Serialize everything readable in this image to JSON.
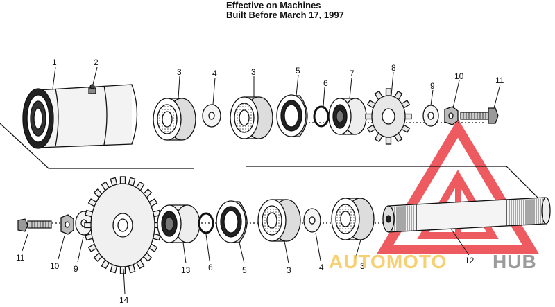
{
  "header": {
    "line1": "Effective on Machines",
    "line2": "Built Before March 17, 1997"
  },
  "watermark": {
    "part1": "AUTOMOTO",
    "part2": "HUB",
    "colors": {
      "logo": "#e8232a",
      "part1": "#f5c85a",
      "part2": "#8a8a8a"
    }
  },
  "callouts": {
    "top": [
      "1",
      "2",
      "3",
      "4",
      "3",
      "5",
      "6",
      "7",
      "8",
      "9",
      "10",
      "11"
    ],
    "bottom": [
      "11",
      "10",
      "9",
      "14",
      "13",
      "6",
      "5",
      "3",
      "4",
      "3",
      "12"
    ]
  }
}
